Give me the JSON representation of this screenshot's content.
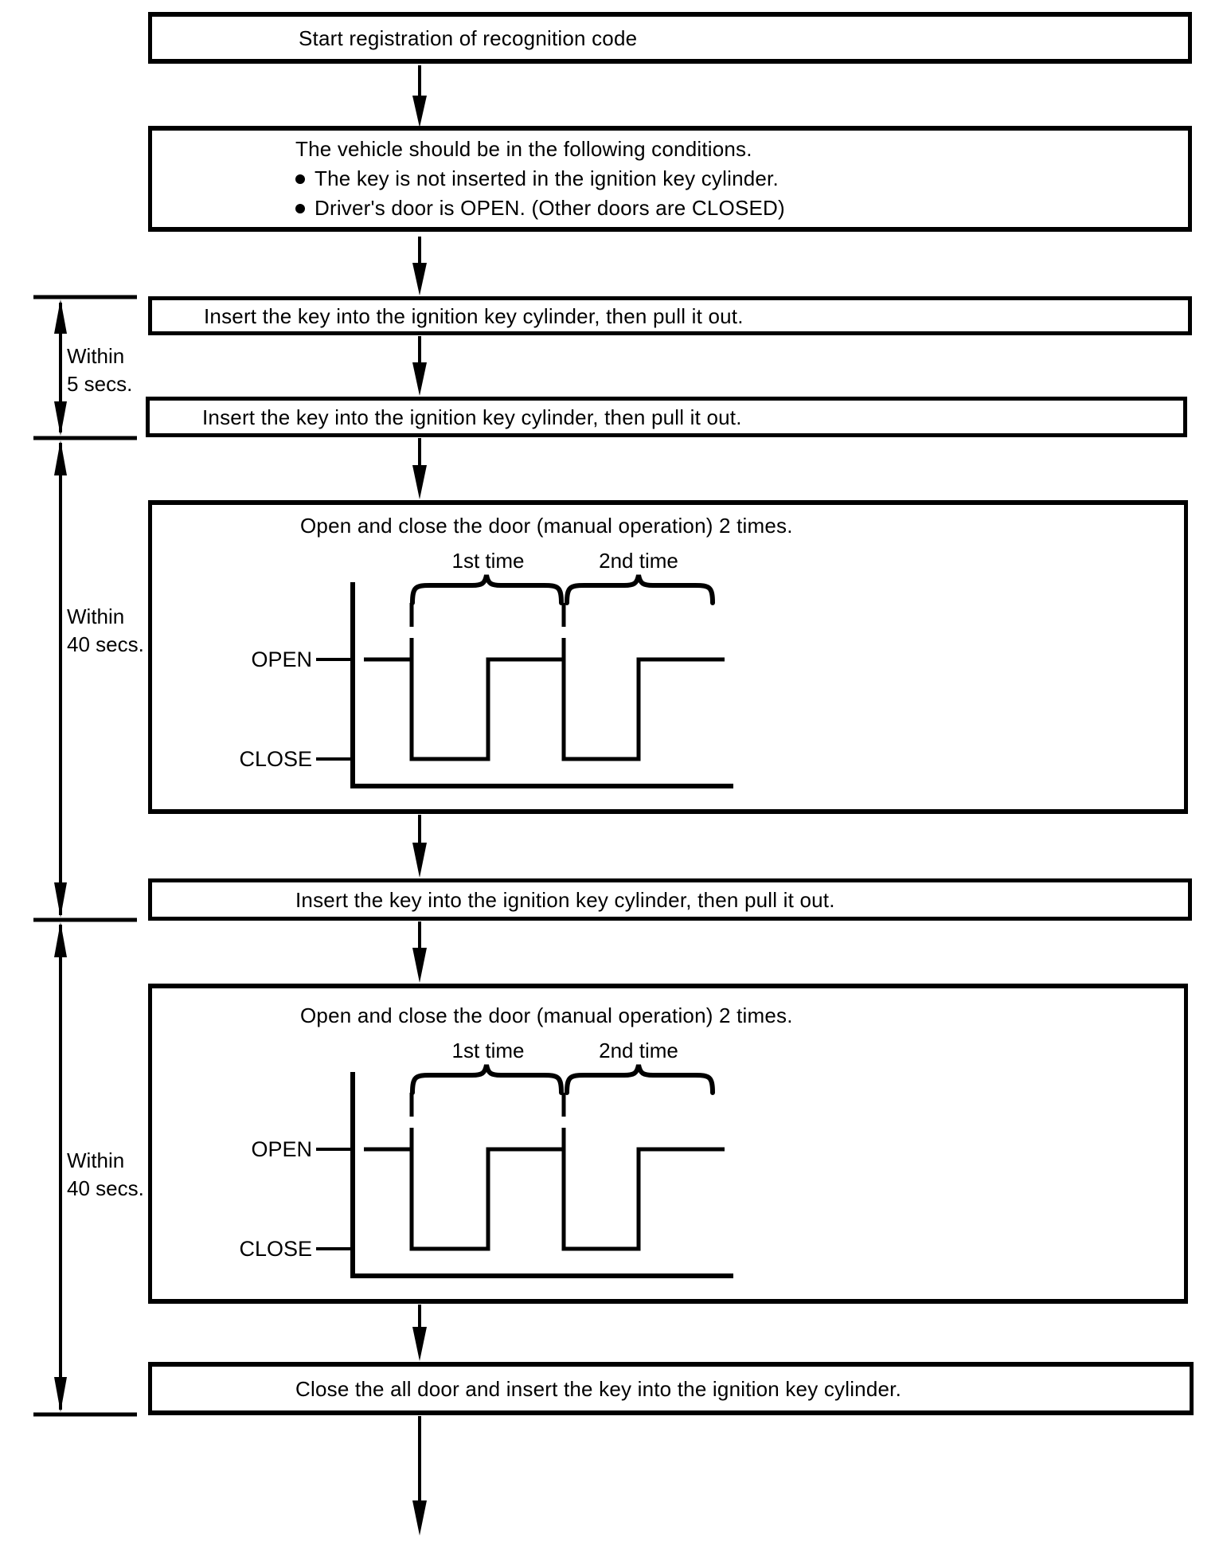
{
  "document": {
    "background": "#ffffff",
    "ink": "#000000"
  },
  "flow": {
    "steps": [
      {
        "id": "start",
        "text": "Start registration of recognition code"
      },
      {
        "id": "conditions",
        "title": "The vehicle should be in the following conditions.",
        "bullets": [
          "The key is not inserted in the ignition key cylinder.",
          "Driver's door is OPEN. (Other doors are CLOSED)"
        ]
      },
      {
        "id": "insert-key-1",
        "text": "Insert the key into the ignition key cylinder, then pull it out."
      },
      {
        "id": "insert-key-2",
        "text": "Insert the key into the ignition key cylinder, then pull it out."
      },
      {
        "id": "door-cycle-1",
        "title": "Open and close the door (manual operation) 2 times.",
        "first_label": "1st time",
        "second_label": "2nd time",
        "open_label": "OPEN",
        "close_label": "CLOSE"
      },
      {
        "id": "insert-key-3",
        "text": "Insert the key into the ignition key cylinder, then pull it out."
      },
      {
        "id": "door-cycle-2",
        "title": "Open and close the door (manual operation) 2 times.",
        "first_label": "1st time",
        "second_label": "2nd time",
        "open_label": "OPEN",
        "close_label": "CLOSE"
      },
      {
        "id": "close-doors",
        "text": "Close the all door and insert the key into the ignition key cylinder."
      }
    ],
    "timing_constraints": [
      {
        "line1": "Within",
        "line2": "5 secs."
      },
      {
        "line1": "Within",
        "line2": "40 secs."
      },
      {
        "line1": "Within",
        "line2": "40 secs."
      }
    ]
  }
}
